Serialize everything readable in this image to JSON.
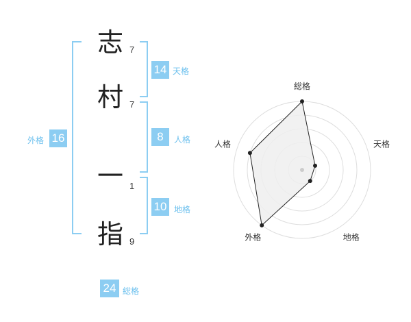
{
  "name": {
    "chars": [
      {
        "char": "志",
        "strokes": "7"
      },
      {
        "char": "村",
        "strokes": "7"
      },
      {
        "char": "一",
        "strokes": "1"
      },
      {
        "char": "指",
        "strokes": "9"
      }
    ]
  },
  "fortunes": {
    "tenkaku": {
      "value": "14",
      "label": "天格"
    },
    "jinkaku": {
      "value": "8",
      "label": "人格"
    },
    "chikaku": {
      "value": "10",
      "label": "地格"
    },
    "gaikaku": {
      "value": "16",
      "label": "外格"
    },
    "soukaku": {
      "value": "24",
      "label": "総格"
    }
  },
  "chart_data": {
    "type": "radar",
    "axes": [
      "総格",
      "天格",
      "地格",
      "外格",
      "人格"
    ],
    "values": [
      5,
      1,
      1,
      5,
      4
    ],
    "max": 5,
    "rings": 5
  },
  "colors": {
    "accent": "#8ccdf2",
    "accent_text": "#6cc0ee",
    "radar_fill": "#eeeeee",
    "radar_stroke": "#222222"
  }
}
